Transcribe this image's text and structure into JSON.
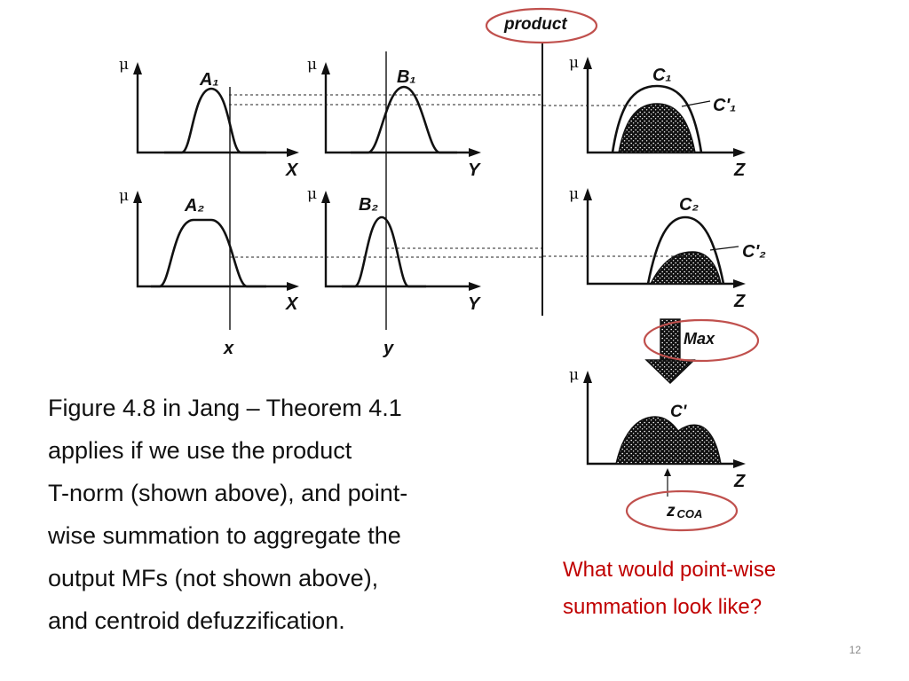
{
  "diagram": {
    "labels": {
      "mu": "μ",
      "a1": "A₁",
      "b1": "B₁",
      "c1": "C₁",
      "c1p": "C'₁",
      "a2": "A₂",
      "b2": "B₂",
      "c2": "C₂",
      "c2p": "C'₂",
      "x_axis": "X",
      "y_axis": "Y",
      "z_axis": "Z",
      "x_input": "x",
      "y_input": "y",
      "product": "product",
      "max": "Max",
      "c_prime": "C'",
      "z_coa": "z",
      "z_coa_sub": "COA"
    },
    "highlight_color": "#c0504d"
  },
  "caption": {
    "lines": [
      "Figure 4.8 in Jang – Theorem 4.1",
      "applies if we use the product",
      "T-norm (shown above), and point-",
      "wise summation to aggregate the",
      "output MFs (not shown above),",
      "and centroid defuzzification."
    ]
  },
  "question": {
    "lines": [
      "What would point-wise",
      "summation look like?"
    ],
    "color": "#c00000"
  },
  "page_number": "12"
}
